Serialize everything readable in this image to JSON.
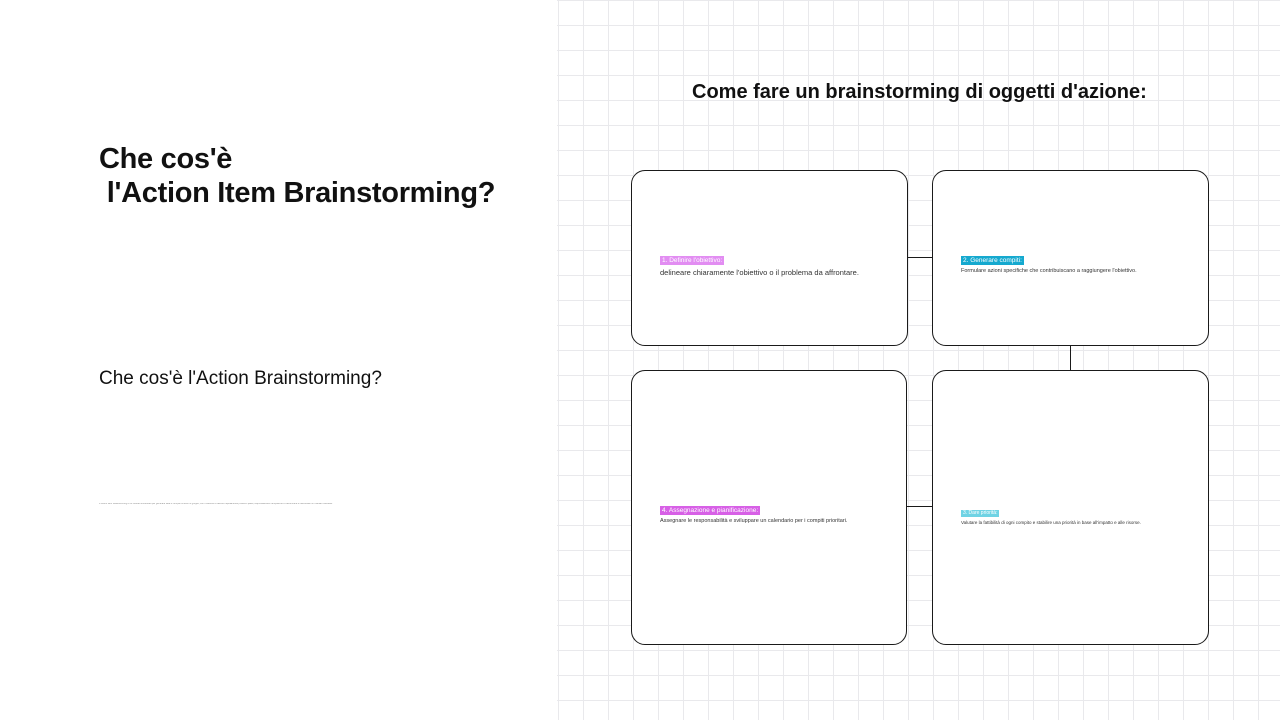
{
  "left": {
    "title": "Che cos'è\n l'Action Item Brainstorming?",
    "subtitle": "Che cos'è l'Action Brainstorming?",
    "body": "L'Action Item Brainstorming è un metodo strutturato per generare idee e compiti concreti in gruppo, con l'obiettivo di definire rapidamente prossimi passi, responsabilità e tempistiche e trasformare le discussioni in risultati misurabili."
  },
  "board": {
    "title": "Come fare un brainstorming di oggetti d'azione:",
    "steps": [
      {
        "tag": "1. Definire l'obiettivo:",
        "desc": "delineare chiaramente l'obiettivo o il problema da affrontare.",
        "color": "#e28df2"
      },
      {
        "tag": "2. Generare compiti:",
        "desc": "Formulare azioni specifiche che contribuiscano a raggiungere l'obiettivo.",
        "color": "#15a9cf"
      },
      {
        "tag": "4. Assegnazione e pianificazione:",
        "desc": "Assegnare le responsabilità e sviluppare un calendario per i compiti prioritari.",
        "color": "#d760e6"
      },
      {
        "tag": "3. Dare priorità:",
        "desc": "Valutare la fattibilità di ogni compito e stabilire una priorità in base all'impatto e alle risorse.",
        "color": "#6fd3e4"
      }
    ]
  }
}
